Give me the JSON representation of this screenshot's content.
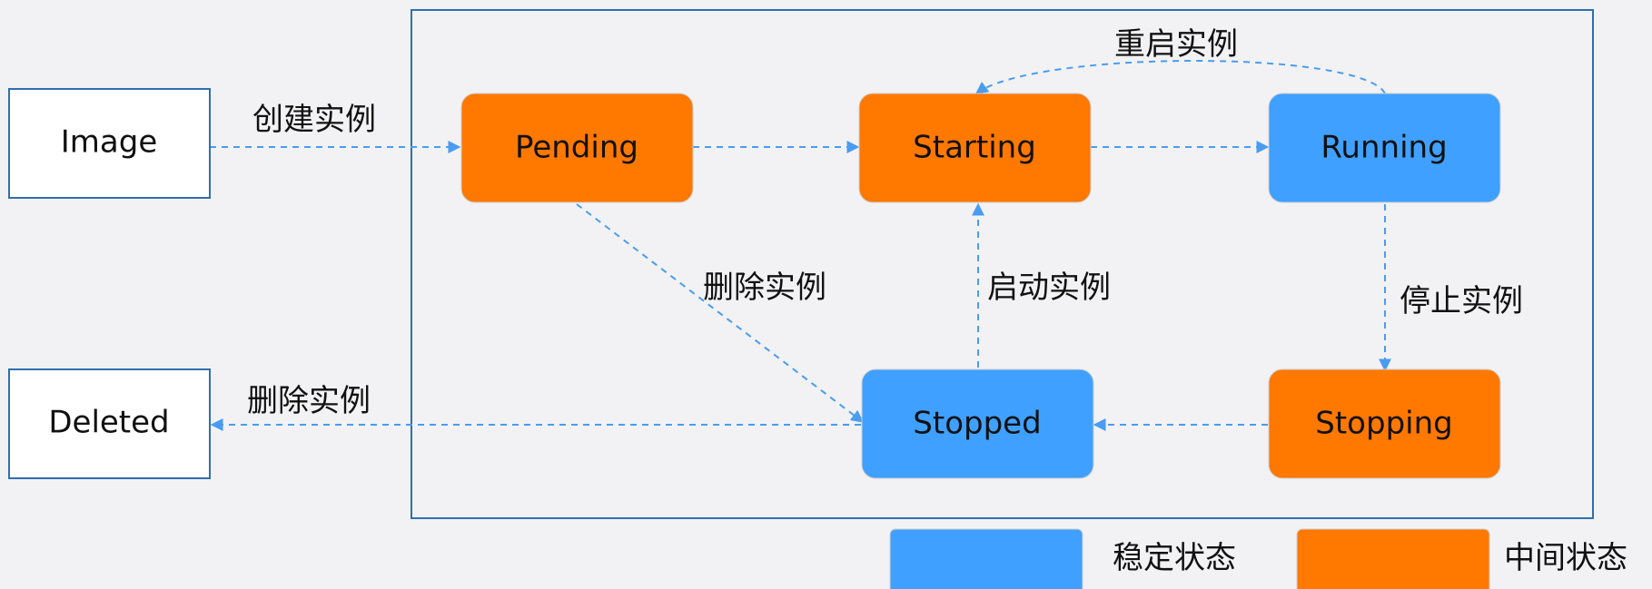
{
  "colors": {
    "stable": "#40a0ff",
    "intermediate": "#ff7800",
    "arrow": "#4a9cf0",
    "frame": "#2f6fb0",
    "outer_fill": "#ffffff"
  },
  "nodes": {
    "image": "Image",
    "deleted": "Deleted",
    "pending": "Pending",
    "starting": "Starting",
    "running": "Running",
    "stopping": "Stopping",
    "stopped": "Stopped"
  },
  "edges": {
    "create": "创建实例",
    "restart": "重启实例",
    "start": "启动实例",
    "stop": "停止实例",
    "delete_pending": "删除实例",
    "delete_stopped": "删除实例"
  },
  "legend": {
    "stable": "稳定状态",
    "intermediate": "中间状态"
  }
}
